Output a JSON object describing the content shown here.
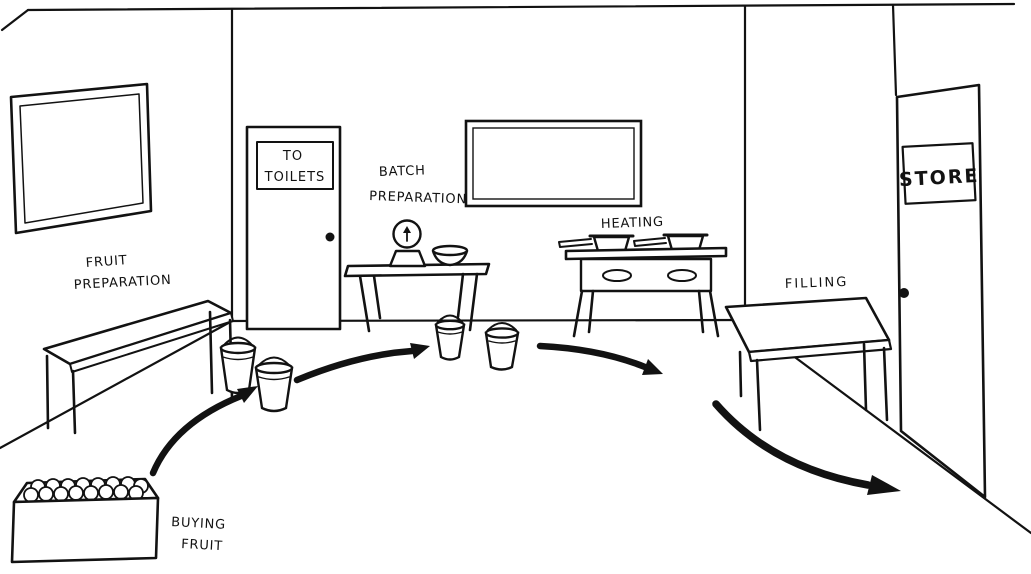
{
  "colors": {
    "ink": "#121212",
    "paper": "#ffffff"
  },
  "stations": {
    "buying_fruit": {
      "line1": "BUYING",
      "line2": "FRUIT"
    },
    "fruit_preparation": {
      "line1": "FRUIT",
      "line2": "PREPARATION"
    },
    "batch_preparation": {
      "line1": "BATCH",
      "line2": "PREPARATION"
    },
    "heating": {
      "label": "HEATING"
    },
    "filling": {
      "label": "FILLING"
    }
  },
  "signs": {
    "toilets_door": {
      "line1": "TO",
      "line2": "TOILETS"
    },
    "store_door": {
      "label": "STORE"
    }
  },
  "flow_order": [
    "BUYING FRUIT",
    "FRUIT PREPARATION",
    "BATCH PREPARATION",
    "HEATING",
    "FILLING",
    "STORE"
  ]
}
